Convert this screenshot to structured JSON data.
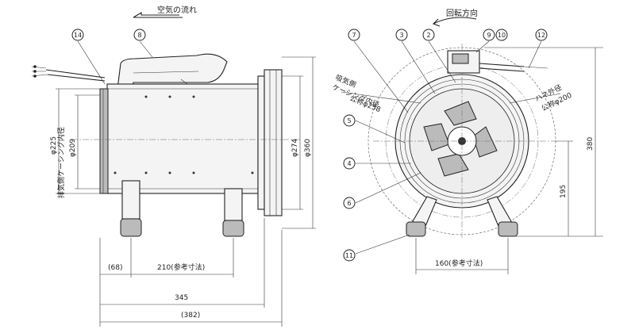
{
  "flow": {
    "air_flow_label": "空気の流れ",
    "rotation_label": "回転方向"
  },
  "callouts": [
    "14",
    "8",
    "7",
    "3",
    "2",
    "9",
    "10",
    "12",
    "5",
    "4",
    "6",
    "11"
  ],
  "side_view": {
    "intake_casing_label": "吸気側",
    "intake_casing_label2": "ケーシング内径",
    "intake_diameter": "公称φ258",
    "exhaust_casing_label": "排気側ケーシング内径",
    "exhaust_diameter": "φ209",
    "outer_diameter_225": "φ225",
    "diameter_274": "φ274",
    "diameter_360": "φ360",
    "dim_68": "(68)",
    "dim_210": "210(参考寸法)",
    "dim_345": "345",
    "dim_382": "(382)"
  },
  "front_view": {
    "blade_label": "ハネ外径",
    "blade_diameter": "公称φ200",
    "dim_380": "380",
    "dim_195": "195",
    "dim_160": "160(参考寸法)"
  }
}
